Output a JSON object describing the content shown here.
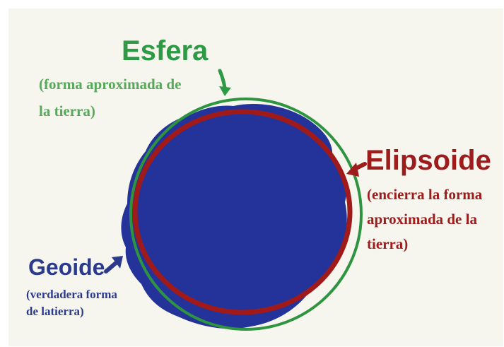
{
  "labels": {
    "esfera": {
      "title": "Esfera",
      "subtitle": "(forma aproximada de\nla tierra)",
      "color": "#2f9a46"
    },
    "elipsoide": {
      "title": "Elipsoide",
      "subtitle": "(encierra la forma\naproximada de la\ntierra)",
      "color": "#9e1c1c"
    },
    "geoide": {
      "title": "Geoide",
      "subtitle": "(verdadera forma\nde latierra)",
      "color": "#2b3a8a"
    }
  },
  "shapes": {
    "geoide_fill": "#24339a",
    "elipsoide_stroke": "#a01a1a",
    "esfera_stroke": "#2e9440"
  },
  "icons": [
    "esfera-arrow-icon",
    "elipsoide-arrow-icon",
    "geoide-arrow-icon"
  ]
}
